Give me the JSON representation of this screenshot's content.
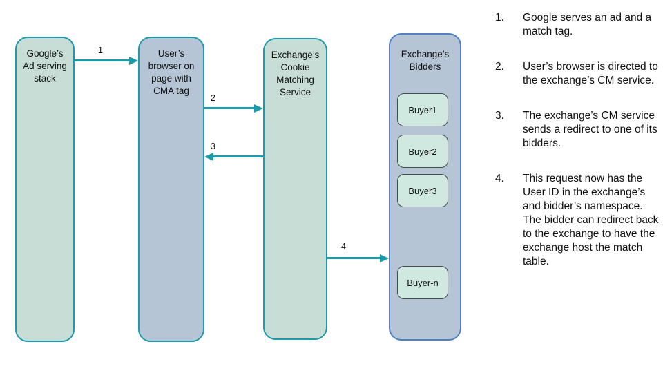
{
  "colors": {
    "accent_teal": "#1b9aab",
    "node_green_fill": "#c7ddd6",
    "node_blue_fill": "#b5c5d6",
    "bidders_border_blue": "#4d80c4",
    "buyer_fill": "#cfe9e1",
    "buyer_border": "#4a4a4a"
  },
  "diagram": {
    "nodes": {
      "google": {
        "label": "Google’s\nAd serving\nstack"
      },
      "browser": {
        "label": "User’s\nbrowser on\npage with\nCMA tag"
      },
      "cm": {
        "label": "Exchange’s\nCookie\nMatching\nService"
      },
      "bidders": {
        "label": "Exchange’s\nBidders"
      }
    },
    "buyers": [
      "Buyer1",
      "Buyer2",
      "Buyer3",
      "Buyer-n"
    ],
    "arrows": [
      {
        "label": "1"
      },
      {
        "label": "2"
      },
      {
        "label": "3"
      },
      {
        "label": "4"
      }
    ]
  },
  "steps": [
    {
      "num": "1.",
      "text": "Google serves an ad and a match tag."
    },
    {
      "num": "2.",
      "text": "User’s browser is directed to the exchange’s CM service."
    },
    {
      "num": "3.",
      "text": "The exchange’s CM service sends a redirect to one of its bidders."
    },
    {
      "num": "4.",
      "text": "This request now has the User ID in the exchange’s and bidder’s namespace. The bidder can redirect back to the exchange to have the exchange host the match table."
    }
  ]
}
